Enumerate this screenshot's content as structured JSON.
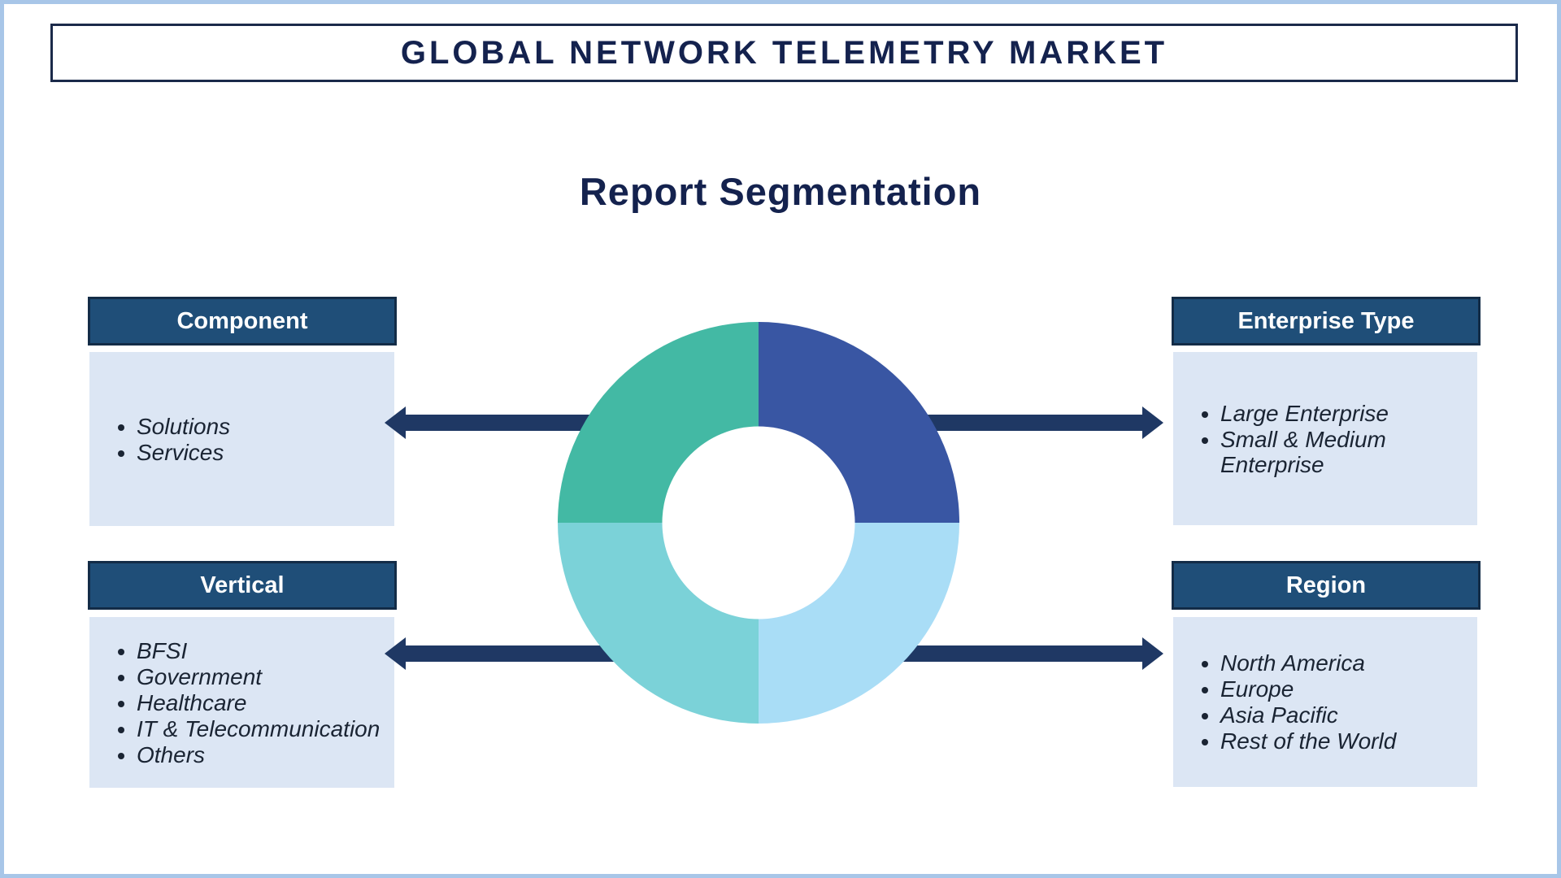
{
  "header": {
    "title": "GLOBAL NETWORK TELEMETRY MARKET"
  },
  "subtitle": "Report Segmentation",
  "panels": {
    "component": {
      "title": "Component",
      "items": [
        "Solutions",
        "Services"
      ]
    },
    "enterprise_type": {
      "title": "Enterprise Type",
      "items": [
        "Large Enterprise",
        "Small & Medium Enterprise"
      ]
    },
    "vertical": {
      "title": "Vertical",
      "items": [
        "BFSI",
        "Government",
        "Healthcare",
        "IT & Telecommunication",
        "Others"
      ]
    },
    "region": {
      "title": "Region",
      "items": [
        "North America",
        "Europe",
        "Asia Pacific",
        "Rest of the World"
      ]
    }
  },
  "donut": {
    "type": "donut",
    "note": "decorative four-quadrant ring, no labels or values shown",
    "segments": [
      {
        "name": "top-right",
        "color": "#3956A3",
        "fraction": 0.25
      },
      {
        "name": "bottom-right",
        "color": "#A9DDF6",
        "fraction": 0.25
      },
      {
        "name": "bottom-left",
        "color": "#7BD2D8",
        "fraction": 0.25
      },
      {
        "name": "top-left",
        "color": "#43B9A4",
        "fraction": 0.25
      }
    ]
  },
  "colors": {
    "page-border": "#A8C6E8",
    "navy-text": "#14224E",
    "title-border": "#1B2A4A",
    "header-bg": "#1F4E78",
    "header-border": "#132C47",
    "content-bg": "#DCE6F4",
    "list-text": "#1A2433",
    "arrow": "#1F3864",
    "seg-ne": "#3956A3",
    "seg-se": "#A9DDF6",
    "seg-sw": "#7BD2D8",
    "seg-nw": "#43B9A4"
  }
}
